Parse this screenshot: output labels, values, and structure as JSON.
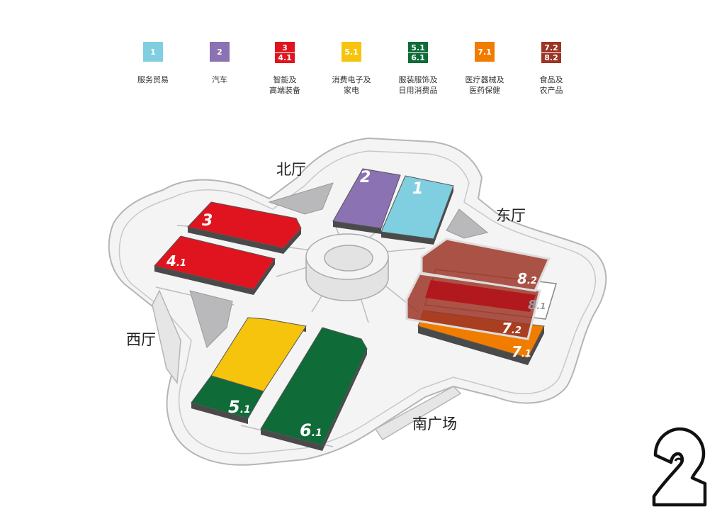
{
  "legend": [
    {
      "code_top": "1",
      "code_bottom": "",
      "label_line1": "服务贸易",
      "label_line2": "",
      "color": "#7fcfe1"
    },
    {
      "code_top": "2",
      "code_bottom": "",
      "label_line1": "汽车",
      "label_line2": "",
      "color": "#8a72b3"
    },
    {
      "code_top": "3",
      "code_bottom": "4.1",
      "label_line1": "智能及",
      "label_line2": "高端装备",
      "color": "#e0141e"
    },
    {
      "code_top": "5.1",
      "code_bottom": "",
      "label_line1": "消费电子及",
      "label_line2": "家电",
      "color": "#f6c40c"
    },
    {
      "code_top": "5.1",
      "code_bottom": "6.1",
      "label_line1": "服装服饰及",
      "label_line2": "日用消费品",
      "color": "#0f6b38"
    },
    {
      "code_top": "7.1",
      "code_bottom": "",
      "label_line1": "医疗器械及",
      "label_line2": "医药保健",
      "color": "#f07c00"
    },
    {
      "code_top": "7.2",
      "code_bottom": "8.2",
      "label_line1": "食品及",
      "label_line2": "农产品",
      "color": "#9c3526"
    }
  ],
  "halls": {
    "north": "北厅",
    "east": "东厅",
    "west": "西厅",
    "south": "南广场"
  },
  "blocks": {
    "b1": "1",
    "b2": "2",
    "b3": "3",
    "b41": "4",
    "b41s": ".1",
    "b51": "5",
    "b51s": ".1",
    "b61": "6",
    "b61s": ".1",
    "b71": "7",
    "b71s": ".1",
    "b72": "7",
    "b72s": ".2",
    "b82": "8",
    "b82s": ".2",
    "b81": "8",
    "b81s": ".1"
  },
  "logo": "2"
}
